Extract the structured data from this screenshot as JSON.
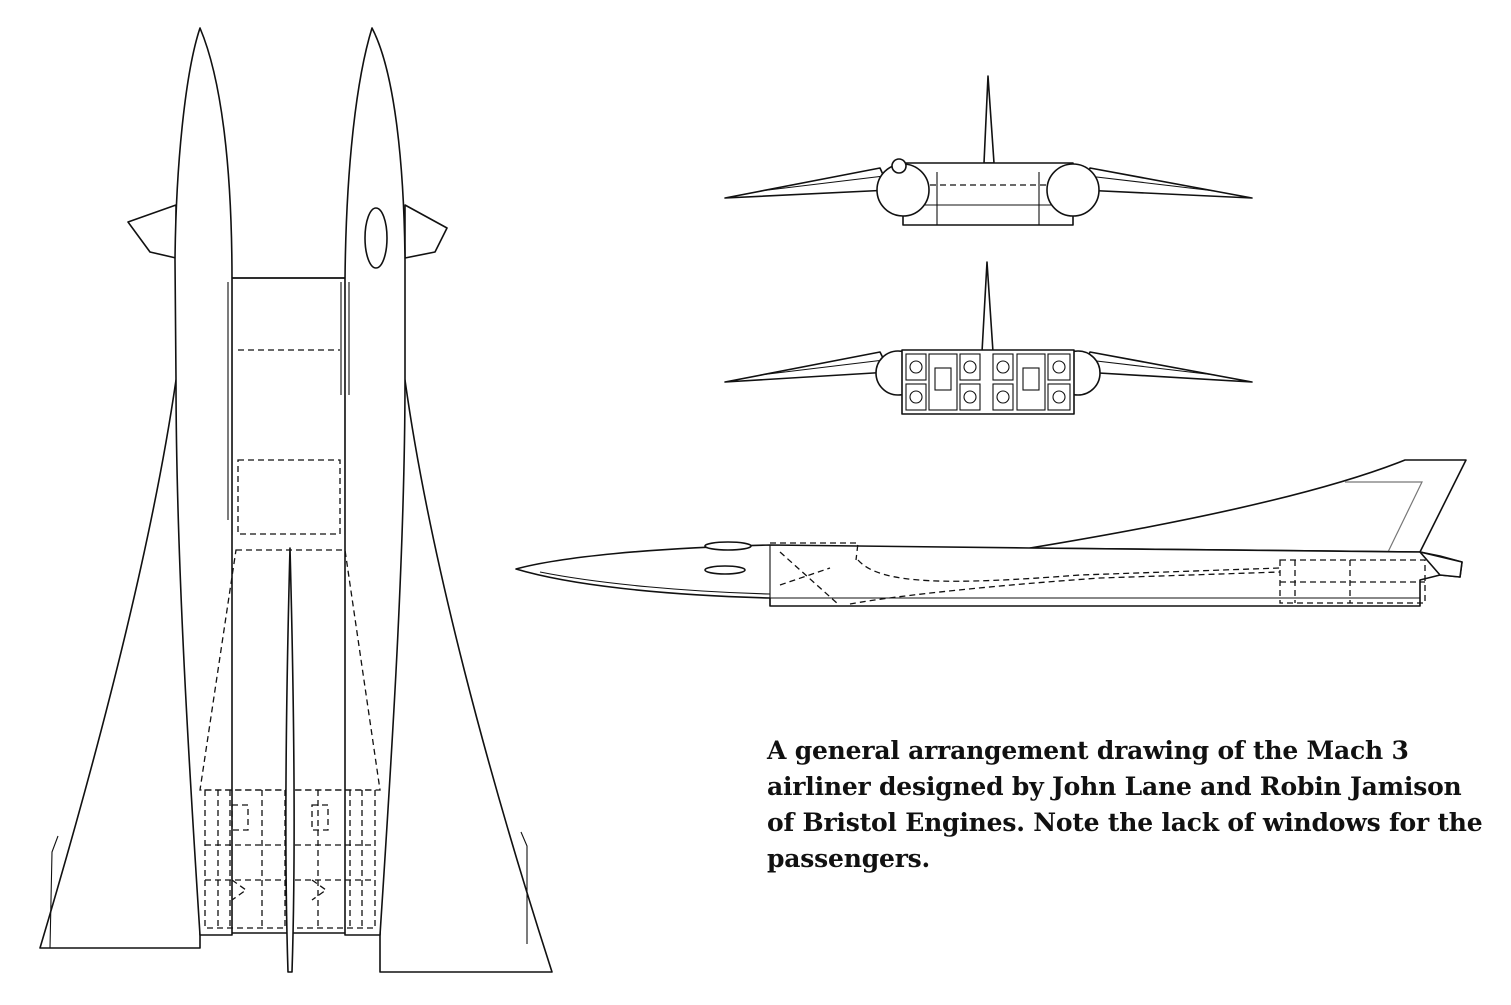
{
  "caption": {
    "line1": "A general arrangement drawing of the Mach 3",
    "line2": "airliner designed by John Lane and Robin Jamison",
    "line3": "of Bristol Engines. Note the lack of windows for the",
    "line4": "passengers."
  },
  "views": [
    {
      "name": "plan view"
    },
    {
      "name": "front view"
    },
    {
      "name": "rear view"
    },
    {
      "name": "side view"
    }
  ]
}
